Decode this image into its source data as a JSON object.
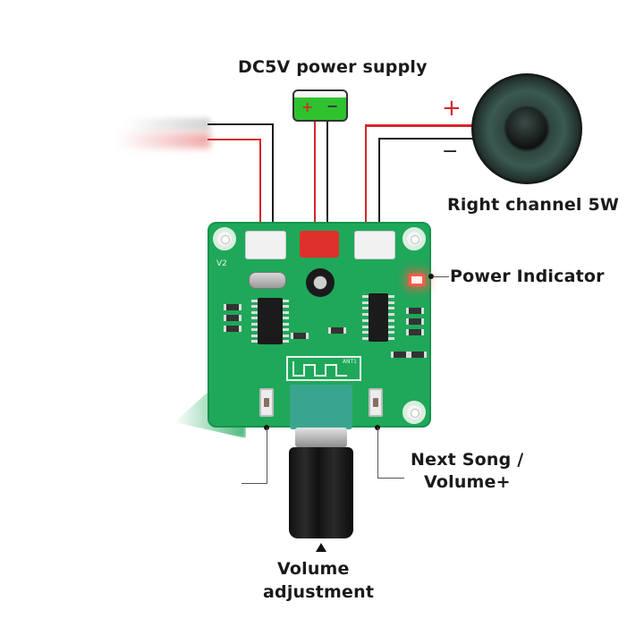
{
  "labels": {
    "power_supply": "DC5V power supply",
    "right_channel": "Right channel 5W",
    "power_indicator": "Power Indicator",
    "next_song_line1": "Next Song /",
    "next_song_line2": "Volume+",
    "volume_line1": "Volume",
    "volume_line2": "adjustment"
  },
  "symbols": {
    "plus": "+",
    "minus": "−",
    "pcb_version": "V2",
    "antenna": "ANT1"
  },
  "colors": {
    "pcb": "#1fa85a",
    "battery": "#2fc22f",
    "red_wire": "#d4262b",
    "black_wire": "#1c1c1c",
    "power_connector": "#e0302a",
    "led": "#ff5a4a"
  }
}
